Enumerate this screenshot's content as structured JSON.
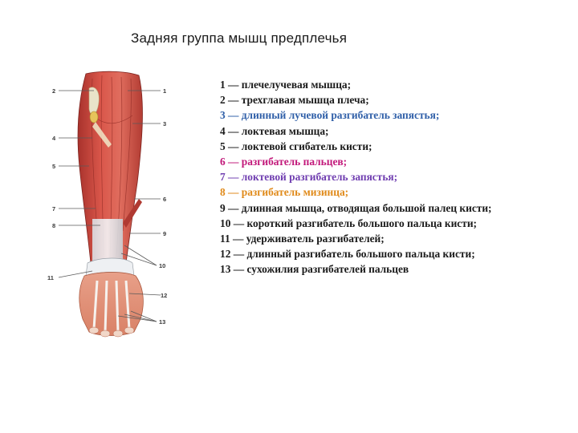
{
  "title": "Задняя группа мышц предплечья",
  "figure": {
    "callouts_left": [
      "2",
      "4",
      "5",
      "7",
      "8",
      "11"
    ],
    "callouts_right": [
      "1",
      "3",
      "6",
      "9",
      "10",
      "12",
      "13"
    ]
  },
  "legend": [
    {
      "text": "1 — плечелучевая мышца;",
      "color": "#1a1a1a"
    },
    {
      "text": "2 — трехглавая мышца плеча;",
      "color": "#1a1a1a"
    },
    {
      "text": "3 — длинный лучевой разгибатель запястья;",
      "color": "#2f5fa8"
    },
    {
      "text": "4 — локтевая мышца;",
      "color": "#1a1a1a"
    },
    {
      "text": "5 — локтевой сгибатель кисти;",
      "color": "#1a1a1a"
    },
    {
      "text": "6 — разгибатель пальцев;",
      "color": "#c2187a"
    },
    {
      "text": "7 — локтевой разгибатель запястья;",
      "color": "#6f3db0"
    },
    {
      "text": "8 — разгибатель мизинца;",
      "color": "#e08a1a"
    },
    {
      "text": "9 — длинная мышца, отводящая большой палец кисти;",
      "color": "#1a1a1a"
    },
    {
      "text": "10 — короткий разгибатель большого пальца кисти;",
      "color": "#1a1a1a"
    },
    {
      "text": "11 — удерживатель разгибателей;",
      "color": "#1a1a1a"
    },
    {
      "text": "12 — длинный разгибатель большого пальца кисти;",
      "color": "#1a1a1a"
    },
    {
      "text": "13 — сухожилия разгибателей пальцев",
      "color": "#1a1a1a"
    }
  ]
}
